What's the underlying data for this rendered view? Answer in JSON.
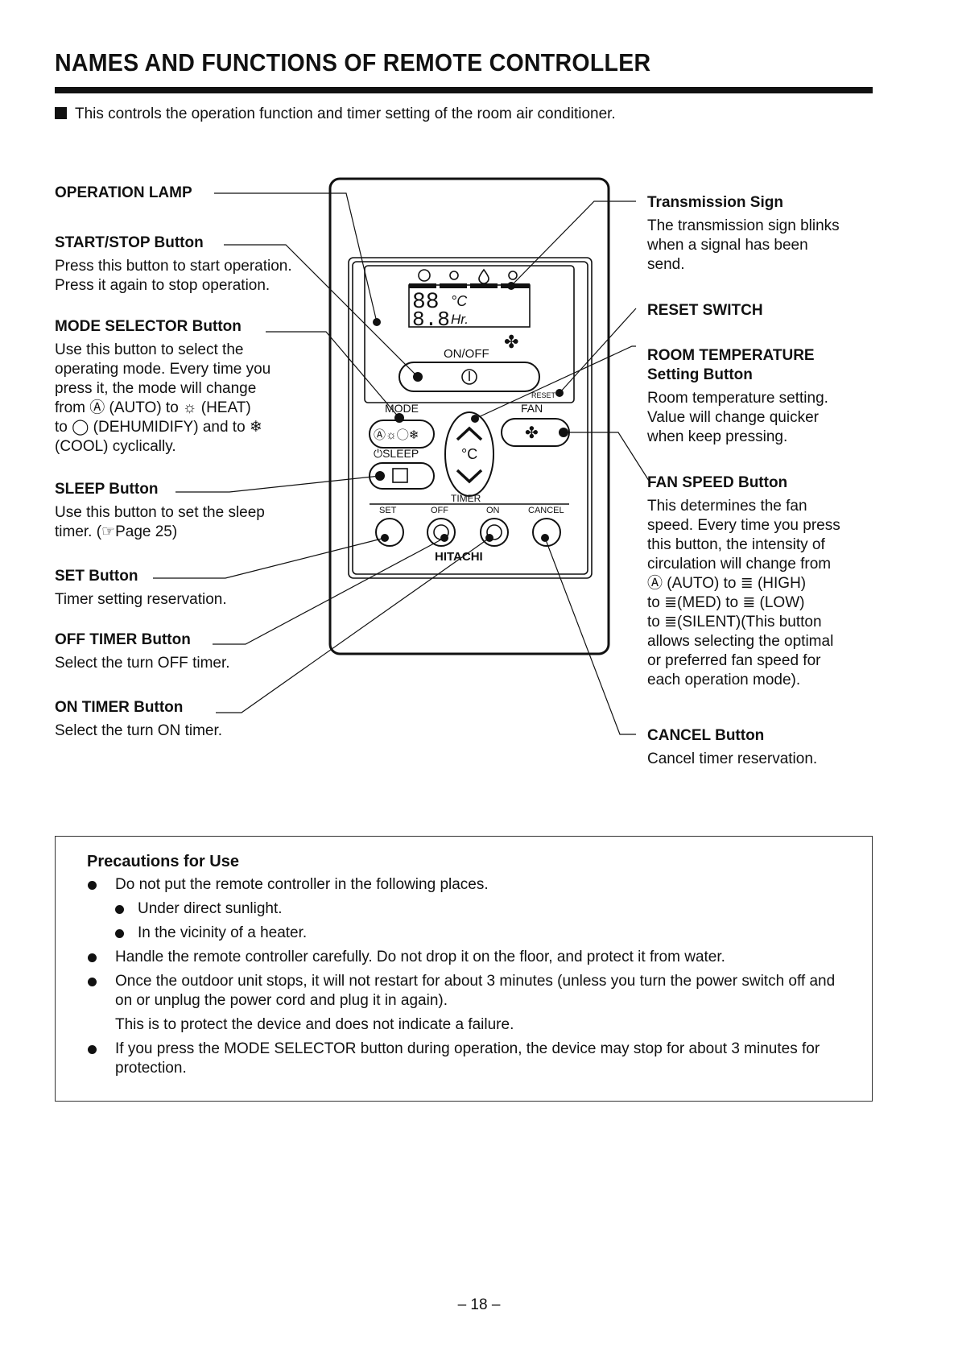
{
  "header": {
    "title": "NAMES AND FUNCTIONS OF REMOTE CONTROLLER",
    "intro": "This controls the operation function and timer setting of the room air conditioner."
  },
  "left_labels": [
    {
      "title": "OPERATION LAMP",
      "desc": ""
    },
    {
      "title": "START/STOP Button",
      "desc": "Press this button to start operation.\nPress it again to stop operation."
    },
    {
      "title": "MODE SELECTOR Button",
      "desc": "Use this button to select the\noperating mode. Every time you\npress it, the mode will change\nfrom Ⓐ (AUTO) to ☼ (HEAT)\nto ◯ (DEHUMIDIFY) and to ❄\n(COOL) cyclically."
    },
    {
      "title": "SLEEP Button",
      "desc": "Use this button to set the sleep\ntimer. (☞Page 25)"
    },
    {
      "title": "SET Button",
      "desc": "Timer setting reservation."
    },
    {
      "title": "OFF TIMER Button",
      "desc": "Select the turn OFF timer."
    },
    {
      "title": "ON TIMER Button",
      "desc": "Select the turn ON timer."
    }
  ],
  "right_labels": [
    {
      "title": "Transmission Sign",
      "desc": "The transmission sign blinks\nwhen a signal has been\nsend."
    },
    {
      "title": "RESET SWITCH",
      "desc": ""
    },
    {
      "title": "ROOM TEMPERATURE\nSetting Button",
      "desc": "Room temperature setting.\nValue will change quicker\nwhen keep pressing."
    },
    {
      "title": "FAN SPEED Button",
      "desc": "This determines the fan\nspeed. Every time you press\nthis button, the intensity of\ncirculation will change from\nⒶ (AUTO) to ≣ (HIGH)\nto ≣(MED) to ≣ (LOW)\nto ≣(SILENT)(This button\nallows selecting the optimal\nor preferred fan speed for\neach operation mode)."
    },
    {
      "title": "CANCEL Button",
      "desc": "Cancel timer reservation."
    }
  ],
  "remote": {
    "lcd_digits": "88",
    "lcd_digits2": "8.8",
    "unit_c": "°C",
    "unit_hr": "Hr.",
    "onoff": "ON/OFF",
    "reset": "RESET",
    "mode": "MODE",
    "fan": "FAN",
    "sleep": "⏻SLEEP",
    "timer": "TIMER",
    "set": "SET",
    "off": "OFF",
    "on": "ON",
    "cancel": "CANCEL",
    "brand": "HITACHI",
    "temp_c": "°C"
  },
  "precautions": {
    "title": "Precautions for Use",
    "items": [
      {
        "type": "main",
        "text": "Do not put the remote controller in the following places."
      },
      {
        "type": "sub",
        "text": "Under direct sunlight."
      },
      {
        "type": "sub",
        "text": "In the vicinity of a heater."
      },
      {
        "type": "main",
        "text": "Handle the remote controller carefully. Do not drop it on the floor, and protect it from water."
      },
      {
        "type": "main",
        "text": "Once the outdoor unit stops, it will not restart for about 3 minutes (unless you turn the power switch off and on or unplug the power cord and plug it in again)."
      },
      {
        "type": "note",
        "text": "This is to protect the device and does not indicate a failure."
      },
      {
        "type": "main",
        "text": "If you press the MODE SELECTOR button during operation, the device may stop for about 3 minutes for protection."
      }
    ]
  },
  "page_number": "– 18 –"
}
